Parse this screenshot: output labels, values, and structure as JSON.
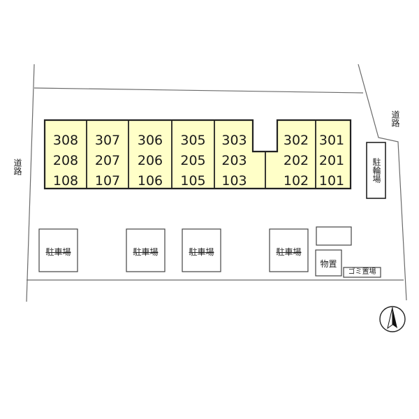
{
  "building": {
    "fill": "#ffffc8",
    "units": [
      {
        "floor3": "308",
        "floor2": "208",
        "floor1": "108"
      },
      {
        "floor3": "307",
        "floor2": "207",
        "floor1": "107"
      },
      {
        "floor3": "306",
        "floor2": "206",
        "floor1": "106"
      },
      {
        "floor3": "305",
        "floor2": "205",
        "floor1": "105"
      },
      {
        "floor3": "303",
        "floor2": "203",
        "floor1": "103"
      },
      {
        "floor3": "302",
        "floor2": "202",
        "floor1": "102"
      },
      {
        "floor3": "301",
        "floor2": "201",
        "floor1": "101"
      }
    ]
  },
  "roads": {
    "west": "道路",
    "east": "道路"
  },
  "facilities": {
    "bicycle_parking": "駐輪場",
    "storage": "物置",
    "garbage": "ゴミ置場",
    "parking_label": "駐車場",
    "parking_lots": [
      "駐車場",
      "駐車場",
      "駐車場",
      "駐車場"
    ]
  },
  "compass": {
    "direction": "north",
    "icon": "north-arrow-icon"
  }
}
